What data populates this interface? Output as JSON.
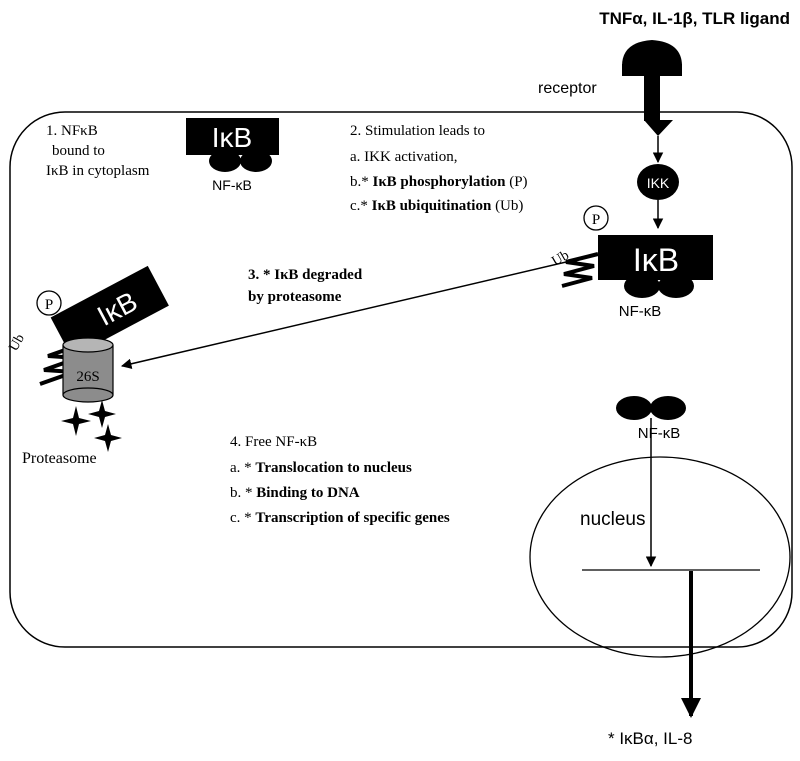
{
  "stimulus": {
    "label": "TNFα, IL-1β, TLR ligand"
  },
  "receptor": {
    "label": "receptor"
  },
  "step1": {
    "line1": "1. NFκB",
    "line2": "bound  to",
    "line3": "IκB in cytoplasm"
  },
  "complex_top": {
    "ikb": "IκB",
    "nfkb": "NF-κB"
  },
  "step2": {
    "header": "2. Stimulation leads to",
    "a": "a. IKK activation,",
    "b_prefix": "b.* ",
    "b_bold": "IκB phosphorylation",
    "b_suffix": " (P)",
    "c_prefix": "c.* ",
    "c_bold": "IκB ubiquitination",
    "c_suffix": " (Ub)"
  },
  "ikk": {
    "label": "IKK"
  },
  "complex_right": {
    "p": "P",
    "ub": "Ub",
    "ikb": "IκB",
    "nfkb": "NF-κB"
  },
  "step3": {
    "line1": "3. * IκB degraded",
    "line2": "by proteasome"
  },
  "proteasome": {
    "p": "P",
    "ikb": "IκB",
    "ub": "Ub",
    "s26": "26S",
    "label": "Proteasome"
  },
  "step4": {
    "header": "4. Free NF-κB",
    "a_prefix": "a. * ",
    "a_bold": "Translocation to nucleus",
    "b_prefix": "b. * ",
    "b_bold": "Binding to DNA",
    "c_prefix": "c. * ",
    "c_bold": "Transcription of specific genes"
  },
  "free_nfkb": {
    "label": "NF-κB"
  },
  "nucleus": {
    "label": "nucleus"
  },
  "output": {
    "label": "* IκBα, IL-8"
  },
  "colors": {
    "ink": "#000000",
    "cylinder": "#8c8c8c",
    "background": "#ffffff"
  }
}
